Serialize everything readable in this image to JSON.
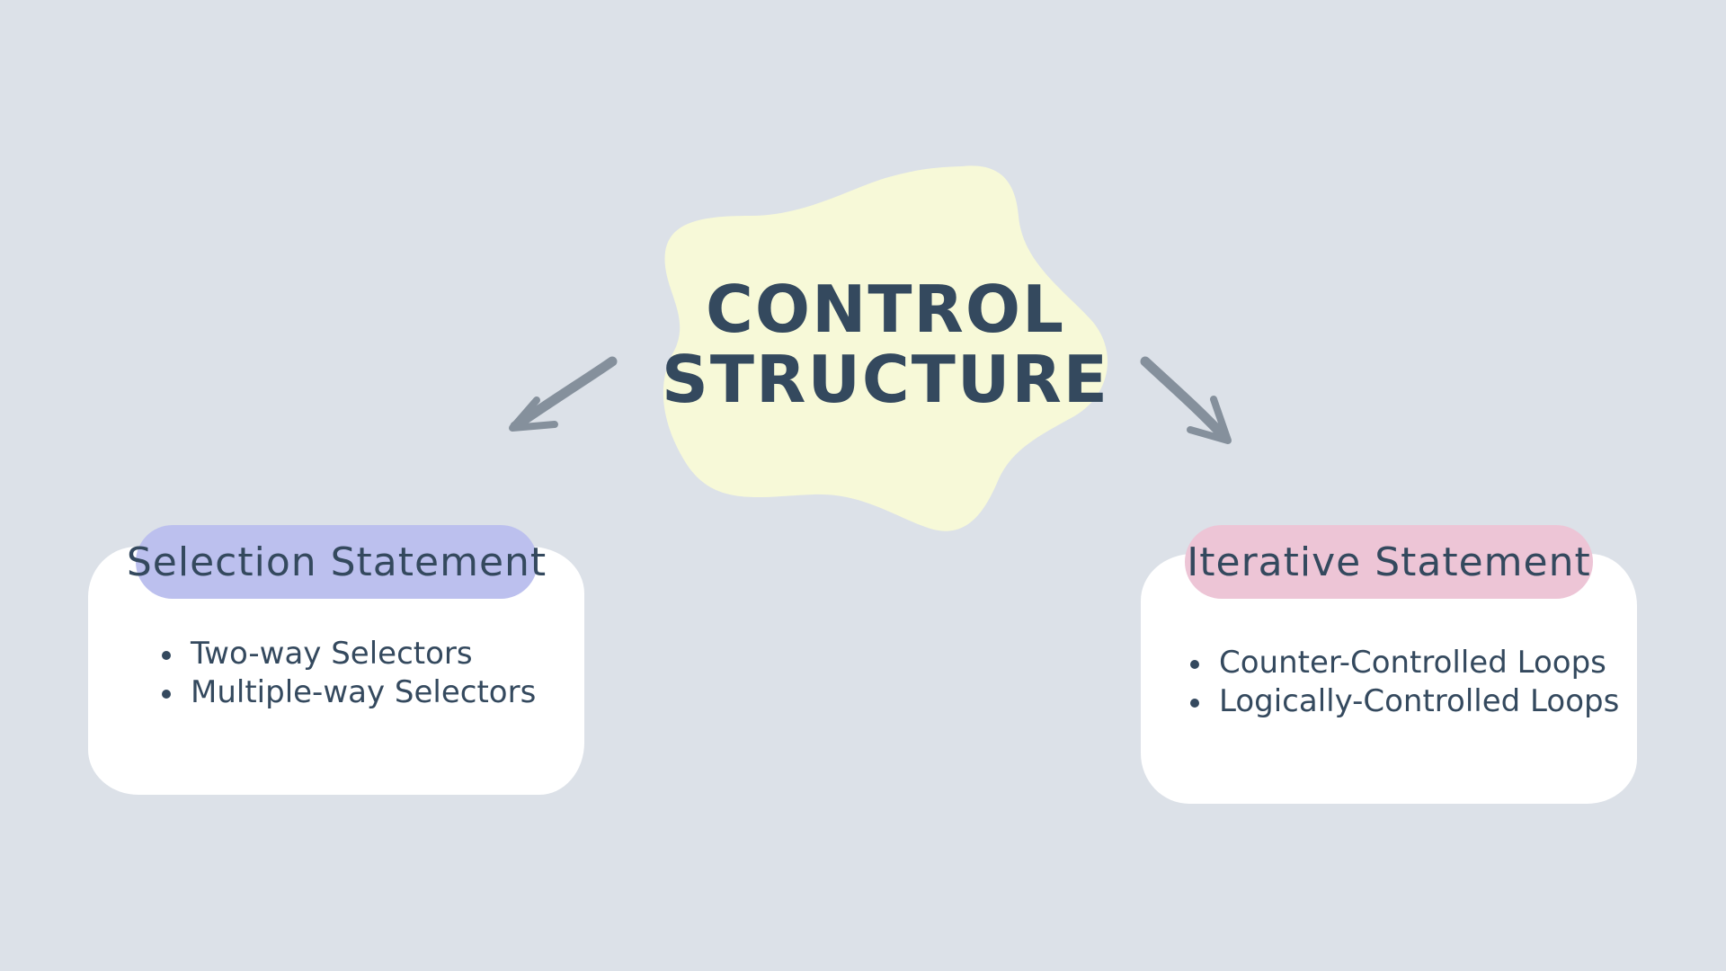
{
  "central": {
    "title_line1": "CONTROL",
    "title_line2": "STRUCTURE",
    "fill_color": "#f7f9d8"
  },
  "branches": [
    {
      "heading": "Selection Statement",
      "heading_color": "#bcc0ee",
      "items": [
        "Two-way Selectors",
        "Multiple-way Selectors"
      ]
    },
    {
      "heading": "Iterative Statement",
      "heading_color": "#edc5d6",
      "items": [
        "Counter-Controlled Loops",
        "Logically-Controlled Loops"
      ]
    }
  ],
  "colors": {
    "background": "#dce1e8",
    "text": "#34495e",
    "arrow": "#85909c",
    "card": "#ffffff"
  },
  "icons": {
    "left_arrow": "arrow-down-left-icon",
    "right_arrow": "arrow-down-right-icon"
  }
}
